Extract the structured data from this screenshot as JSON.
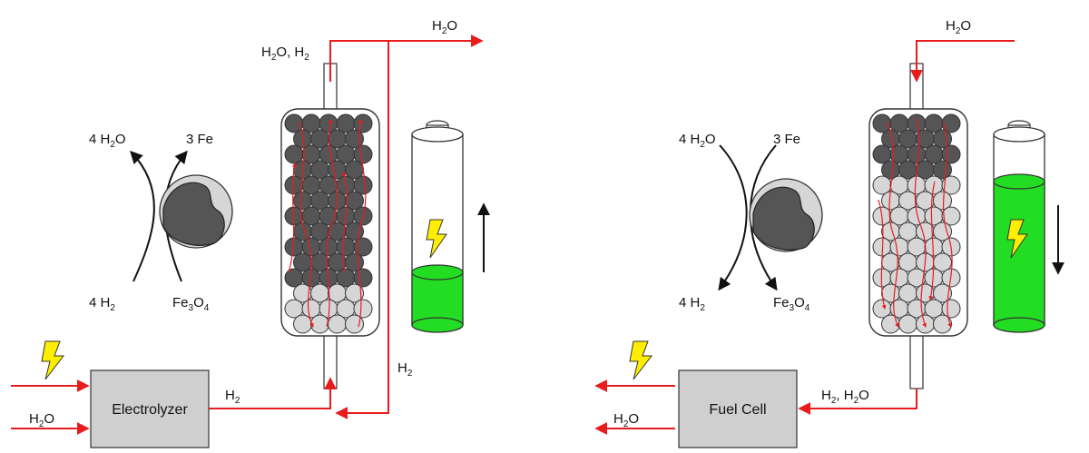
{
  "colors": {
    "flow": "#e81c1c",
    "dark_particle": "#555555",
    "light_particle": "#d6d6d6",
    "box_fill": "#cfcfcf",
    "charge": "#22dd22",
    "bolt": "#ffee00"
  },
  "charging": {
    "top_inlet_label": {
      "main": "H",
      "sub": "2",
      "rest": "O, H",
      "sub2": "2"
    },
    "outlet_label": {
      "main": "H",
      "sub": "2",
      "rest": "O"
    },
    "return_label": {
      "main": "H",
      "sub": "2"
    },
    "electrolyzer_label": "Electrolyzer",
    "electrolyzer_out_label": {
      "main": "H",
      "sub": "2"
    },
    "input_water_label": {
      "main": "H",
      "sub": "2",
      "rest": "O"
    },
    "reaction": {
      "top_left": {
        "pre": "4 H",
        "sub": "2",
        "post": "O"
      },
      "top_right": "3 Fe",
      "bottom_left": {
        "pre": "4 H",
        "sub": "2"
      },
      "bottom_right": {
        "pre": "Fe",
        "sub": "3",
        "mid": "O",
        "sub2": "4"
      }
    },
    "battery_level": 0.35,
    "arrow_direction": "up"
  },
  "discharging": {
    "inlet_label": {
      "main": "H",
      "sub": "2",
      "rest": "O"
    },
    "fuelcell_label": "Fuel Cell",
    "fuelcell_in_label": {
      "main": "H",
      "sub": "2",
      "rest": ", H",
      "sub2": "2",
      "rest2": "O"
    },
    "output_water_label": {
      "main": "H",
      "sub": "2",
      "rest": "O"
    },
    "reaction": {
      "top_left": {
        "pre": "4 H",
        "sub": "2",
        "post": "O"
      },
      "top_right": "3 Fe",
      "bottom_left": {
        "pre": "4 H",
        "sub": "2"
      },
      "bottom_right": {
        "pre": "Fe",
        "sub": "3",
        "mid": "O",
        "sub2": "4"
      }
    },
    "battery_level": 0.85,
    "arrow_direction": "down"
  }
}
